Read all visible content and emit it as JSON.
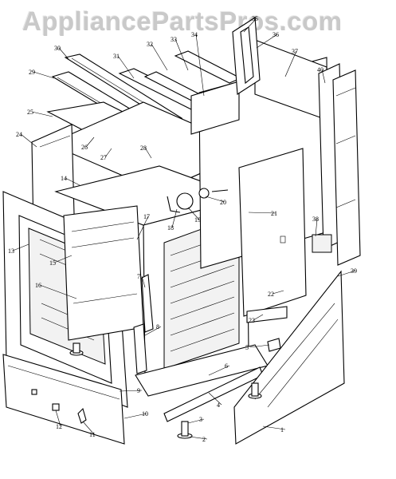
{
  "watermark": "AppliancePartsPros.com",
  "callouts": [
    "1",
    "2",
    "3",
    "4",
    "5",
    "6",
    "7",
    "8",
    "9",
    "10",
    "11",
    "12",
    "13",
    "14",
    "15",
    "16",
    "17",
    "18",
    "19",
    "20",
    "21",
    "22",
    "23",
    "24",
    "25",
    "26",
    "27",
    "28",
    "29",
    "30",
    "31",
    "32",
    "33",
    "34",
    "35",
    "36",
    "37",
    "38",
    "39",
    "40"
  ]
}
